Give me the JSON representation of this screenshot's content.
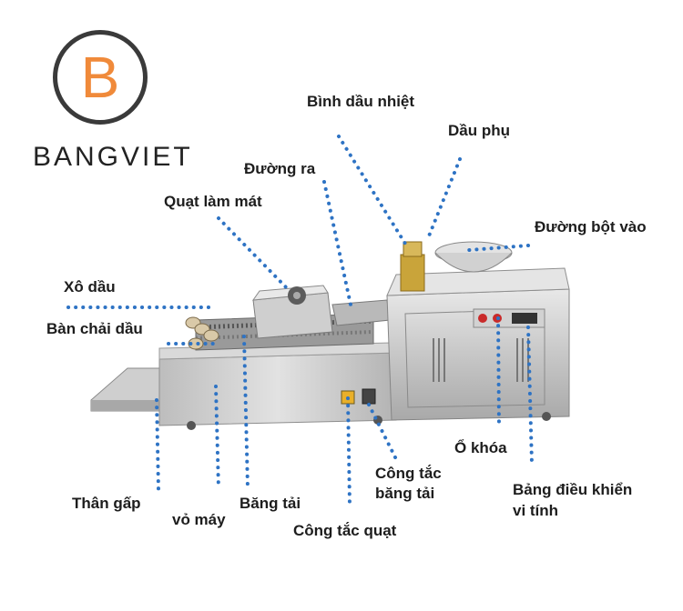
{
  "logo": {
    "letter": "B",
    "brand": "BANGVIET",
    "accent": "#f08a3a"
  },
  "leader_color": "#2e73c4",
  "labels": {
    "binh_dau_nhiet": "Bình dầu nhiệt",
    "dau_phu": "Dầu phụ",
    "duong_ra": "Đường ra",
    "quat_lam_mat": "Quạt làm mát",
    "duong_bot_vao": "Đường bột vào",
    "xo_dau": "Xô dầu",
    "ban_chai_dau": "Bàn chải dầu",
    "o_khoa": "Ổ khóa",
    "cong_tac_bang_tai_1": "Công tắc",
    "cong_tac_bang_tai_2": "băng tải",
    "bang_dieu_khien_1": "Bảng điều khiển",
    "bang_dieu_khien_2": "vi tính",
    "than_gap": "Thân gấp",
    "vo_may": "vỏ máy",
    "bang_tai": "Băng tải",
    "cong_tac_quat": "Công tắc quạt"
  }
}
